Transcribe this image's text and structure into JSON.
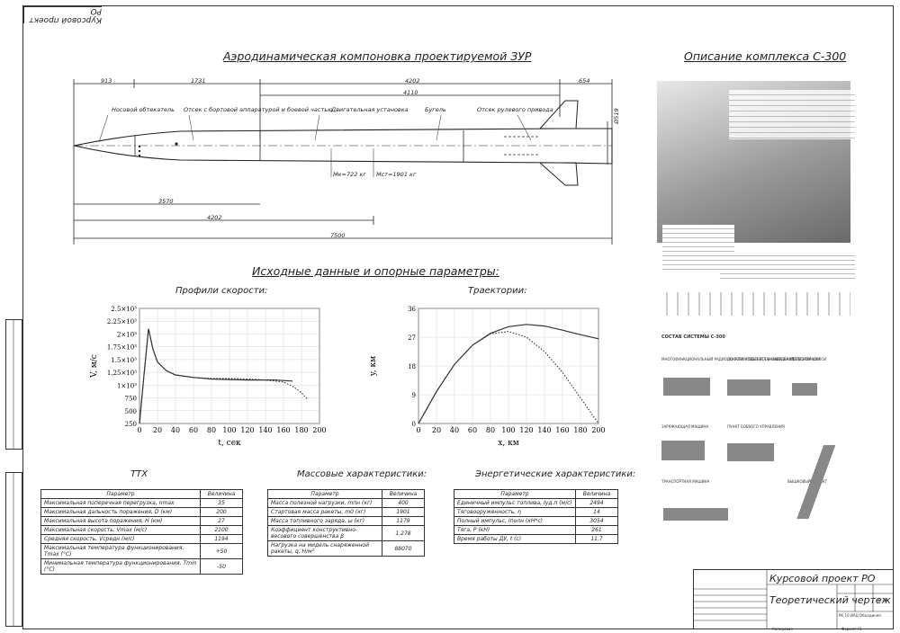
{
  "stamp": "Курсовой проект РО",
  "drawing_title": "Аэродинамическая компоновка проектируемой ЗУР",
  "complex_title": "Описание комплекса С-300",
  "dimensions": {
    "top": [
      "913",
      "1731",
      "4202",
      "654"
    ],
    "inner": "4110",
    "diameter": "Ø519",
    "bottom1": "3570",
    "bottom2": "4202",
    "total": "7500"
  },
  "compartments": [
    "Носовой обтекатель",
    "Отсек с бортовой аппаратурой и боевой частью",
    "Двигательная установка",
    "Бугель",
    "Отсек рулевого привода"
  ],
  "masses": [
    "Mк=722 кг",
    "Mст=1901 кг"
  ],
  "section2_title": "Исходные данные и опорные параметры:",
  "velocity_chart": {
    "title": "Профили скорости:",
    "xlabel": "t, сек",
    "ylabel": "V, м/с",
    "yticks": [
      "2.5×10³",
      "2.25×10³",
      "2×10³",
      "1.75×10³",
      "1.5×10³",
      "1.25×10³",
      "1×10³",
      "750",
      "500",
      "250"
    ],
    "xticks": [
      "0",
      "20",
      "40",
      "60",
      "80",
      "100",
      "120",
      "140",
      "160",
      "180",
      "200"
    ]
  },
  "trajectory_chart": {
    "title": "Траектории:",
    "xlabel": "x, км",
    "ylabel": "y, км",
    "yticks": [
      "36",
      "27",
      "18",
      "9",
      "0"
    ],
    "xticks": [
      "0",
      "20",
      "40",
      "60",
      "80",
      "100",
      "120",
      "140",
      "160",
      "180",
      "200"
    ]
  },
  "chart_data": [
    {
      "type": "line",
      "title": "Профили скорости:",
      "xlabel": "t, сек",
      "ylabel": "V, м/с",
      "xlim": [
        0,
        200
      ],
      "ylim": [
        250,
        2500
      ],
      "series": [
        {
          "values": [
            [
              0,
              250
            ],
            [
              5,
              1200
            ],
            [
              10,
              2100
            ],
            [
              15,
              1700
            ],
            [
              20,
              1450
            ],
            [
              30,
              1280
            ],
            [
              40,
              1200
            ],
            [
              60,
              1150
            ],
            [
              80,
              1120
            ],
            [
              100,
              1110
            ],
            [
              120,
              1100
            ],
            [
              140,
              1100
            ],
            [
              150,
              1100
            ],
            [
              160,
              1090
            ],
            [
              170,
              1080
            ]
          ]
        },
        {
          "values": [
            [
              0,
              250
            ],
            [
              5,
              1200
            ],
            [
              10,
              2100
            ],
            [
              15,
              1700
            ],
            [
              20,
              1450
            ],
            [
              30,
              1280
            ],
            [
              40,
              1200
            ],
            [
              60,
              1150
            ],
            [
              80,
              1130
            ],
            [
              100,
              1130
            ],
            [
              120,
              1120
            ],
            [
              140,
              1100
            ],
            [
              150,
              1080
            ],
            [
              160,
              1060
            ],
            [
              170,
              980
            ],
            [
              180,
              850
            ],
            [
              187,
              720
            ]
          ]
        }
      ]
    },
    {
      "type": "line",
      "title": "Траектории:",
      "xlabel": "x, км",
      "ylabel": "y, км",
      "xlim": [
        0,
        200
      ],
      "ylim": [
        0,
        36
      ],
      "series": [
        {
          "values": [
            [
              0,
              0
            ],
            [
              20,
              10
            ],
            [
              40,
              18.5
            ],
            [
              60,
              24.5
            ],
            [
              80,
              28.2
            ],
            [
              100,
              30.3
            ],
            [
              120,
              31
            ],
            [
              140,
              30.5
            ],
            [
              160,
              29.2
            ],
            [
              180,
              27.8
            ],
            [
              200,
              26.5
            ]
          ]
        },
        {
          "values": [
            [
              0,
              0
            ],
            [
              20,
              10
            ],
            [
              40,
              18.5
            ],
            [
              60,
              24.5
            ],
            [
              80,
              28
            ],
            [
              100,
              28.8
            ],
            [
              120,
              27
            ],
            [
              140,
              22.5
            ],
            [
              160,
              16
            ],
            [
              180,
              8
            ],
            [
              200,
              0
            ]
          ]
        }
      ]
    }
  ],
  "ttx": {
    "title": "ТТХ",
    "headers": [
      "Параметр",
      "Величина"
    ],
    "rows": [
      [
        "Максимальная поперечная перегрузка, nmax",
        "35"
      ],
      [
        "Максимальная дальность поражения, D (км)",
        "200"
      ],
      [
        "Максимальная высота поражения, H (км)",
        "27"
      ],
      [
        "Максимальная скорость, Vmax (м/с)",
        "2100"
      ],
      [
        "Средняя скорость, Vсредн (м/с)",
        "1194"
      ],
      [
        "Максимальная температура функционирования, Tmax (°С)",
        "+50"
      ],
      [
        "Минимальная температура функционирования, Tmin (°С)",
        "-50"
      ]
    ]
  },
  "mass": {
    "title": "Массовые характеристики:",
    "headers": [
      "Параметр",
      "Величина"
    ],
    "rows": [
      [
        "Масса полезной нагрузки, mпн (кг)",
        "400"
      ],
      [
        "Стартовая масса ракеты, m0 (кг)",
        "1901"
      ],
      [
        "Масса топливного заряда, ω (кг)",
        "1179"
      ],
      [
        "Коэффициент конструктивно-весового совершенства β",
        "1.278"
      ],
      [
        "Нагрузка на мидель снаряженной ракеты, q, Н/м²",
        "88070"
      ]
    ]
  },
  "energy": {
    "title": "Энергетические характеристики:",
    "headers": [
      "Параметр",
      "Величина"
    ],
    "rows": [
      [
        "Единичный импульс топлива, Iуд.п (м/с)",
        "2494"
      ],
      [
        "Тяговооруженность, η",
        "14"
      ],
      [
        "Полный импульс, Iполн (кН*с)",
        "3054"
      ],
      [
        "Тяга, P (кН)",
        "261"
      ],
      [
        "Время работы ДУ, t (с)",
        "11.7"
      ]
    ]
  },
  "title_block": {
    "project": "Курсовой проект РО",
    "name": "Теоретический чертеж",
    "scale": "1:15",
    "group": "РК 10 ИАЦ Объединяя",
    "format": "Формат А1",
    "copied": "Копировал"
  },
  "complex_section": {
    "composition_title": "СОСТАВ СИСТЕМЫ С-300",
    "items": [
      "МНОГОФУНКЦИОНАЛЬНЫЙ РАДИОЛОКАТОР ПОДСВЕТА И НАВЕДЕНИЯ",
      "ДО 4 ПУСКОВЫХ УСТАНОВОК НА КОЛЕСНОМ ШАССИ",
      "ТЕЛЕОПЕРАТОР",
      "ЗАРЯЖАЮЩАЯ МАШИНА",
      "ПУНКТ БОЕВОГО УПРАВЛЕНИЯ",
      "ТРАНСПОРТНАЯ МАШИНА",
      "ВЫШКОВЫЙ ОБЪЕКТ"
    ]
  }
}
